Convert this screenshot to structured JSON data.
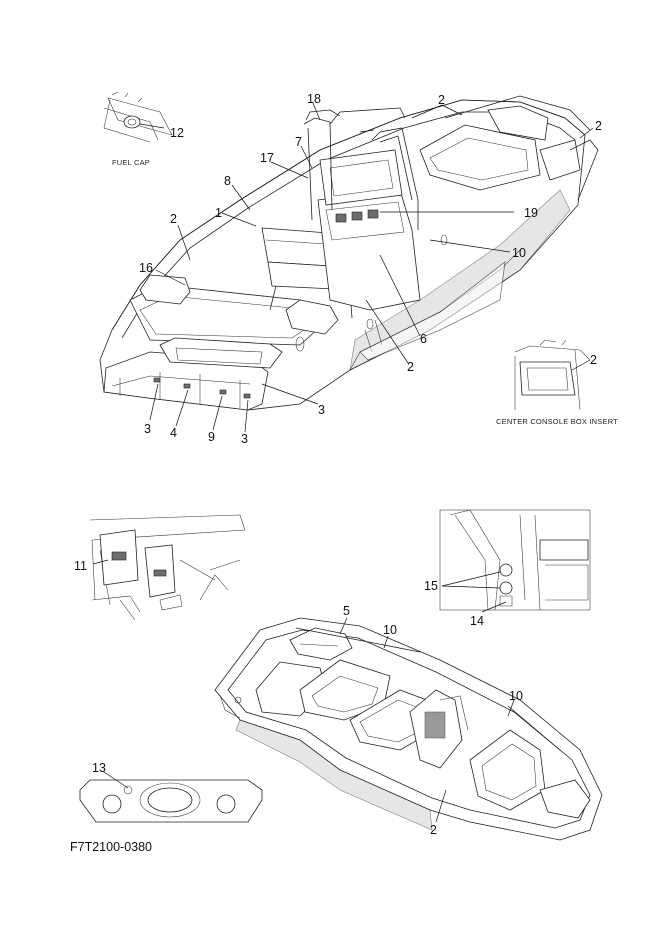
{
  "diagram": {
    "callouts": [
      "18",
      "2",
      "2",
      "12",
      "7",
      "17",
      "8",
      "1",
      "19",
      "2",
      "10",
      "16",
      "6",
      "2",
      "2",
      "3",
      "3",
      "4",
      "9",
      "3",
      "11",
      "15",
      "14",
      "5",
      "10",
      "10",
      "13",
      "2"
    ],
    "captions": {
      "fuel_cap": "FUEL CAP",
      "center_console_box_insert": "CENTER CONSOLE BOX INSERT"
    },
    "figure_code": "F7T2100-0380"
  }
}
